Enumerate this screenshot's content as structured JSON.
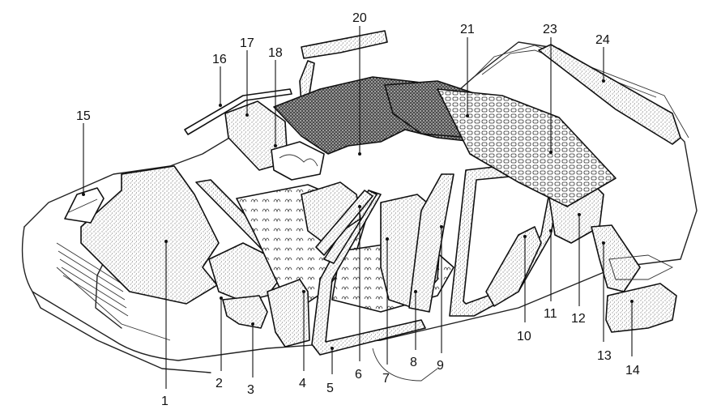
{
  "callouts": [
    {
      "id": "1",
      "label": "1"
    },
    {
      "id": "2",
      "label": "2"
    },
    {
      "id": "3",
      "label": "3"
    },
    {
      "id": "4",
      "label": "4"
    },
    {
      "id": "5",
      "label": "5"
    },
    {
      "id": "6",
      "label": "6"
    },
    {
      "id": "7",
      "label": "7"
    },
    {
      "id": "8",
      "label": "8"
    },
    {
      "id": "9",
      "label": "9"
    },
    {
      "id": "10",
      "label": "10"
    },
    {
      "id": "11",
      "label": "11"
    },
    {
      "id": "12",
      "label": "12"
    },
    {
      "id": "13",
      "label": "13"
    },
    {
      "id": "14",
      "label": "14"
    },
    {
      "id": "15",
      "label": "15"
    },
    {
      "id": "16",
      "label": "16"
    },
    {
      "id": "17",
      "label": "17"
    },
    {
      "id": "18",
      "label": "18"
    },
    {
      "id": "20",
      "label": "20"
    },
    {
      "id": "21",
      "label": "21"
    },
    {
      "id": "23",
      "label": "23"
    },
    {
      "id": "24",
      "label": "24"
    }
  ],
  "colors": {
    "ink": "#111111",
    "paper": "#ffffff",
    "stipple": "#555555"
  }
}
